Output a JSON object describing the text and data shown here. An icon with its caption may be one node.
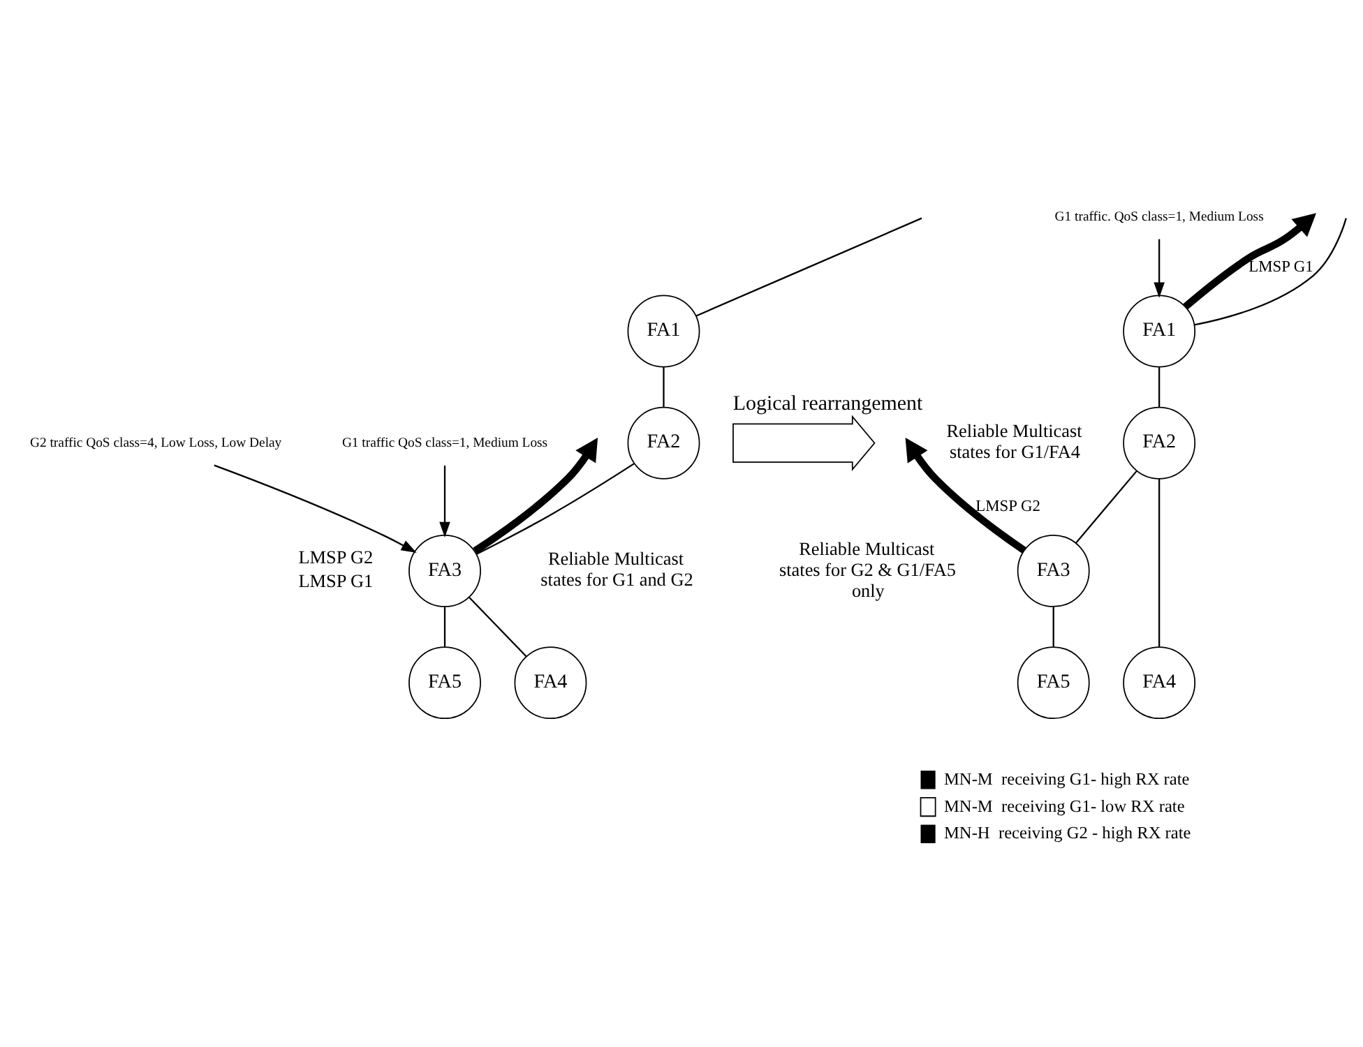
{
  "diagram": {
    "nodes": [
      {
        "text": [
          "FA1"
        ]
      },
      {
        "text": [
          "FA2"
        ]
      },
      {
        "text": [
          "FA3"
        ],
        "beside": [
          "LMSP G2",
          "LMSP G1",
          "Reliable Multicast states for G1 and G2"
        ]
      },
      {
        "text": [
          "FA5"
        ]
      },
      {
        "text": [
          "FA4"
        ]
      },
      {
        "text": [
          "G2 traffic QoS class=4, Low Loss, Low Delay"
        ]
      },
      {
        "text": [
          "G1 traffic QoS class=1, Medium Loss"
        ]
      },
      {
        "text": [
          "Logical rearrangement"
        ]
      },
      {
        "text": [
          "FA1"
        ]
      },
      {
        "text": [
          "FA2"
        ],
        "beside": [
          "Reliable Multicast states for G1/FA4"
        ]
      },
      {
        "text": [
          "FA3"
        ],
        "beside": [
          "Reliable Multicast states for G2 & G1/FA5 only"
        ]
      },
      {
        "text": [
          "FA5"
        ]
      },
      {
        "text": [
          "FA4"
        ]
      },
      {
        "text": [
          "G1 traffic. QoS class=1, Medium Loss"
        ]
      }
    ],
    "edges": [
      {
        "from": null,
        "to": 0,
        "arrow": "none"
      },
      {
        "from": 0,
        "to": 1,
        "arrow": "none"
      },
      {
        "from": 1,
        "to": 2,
        "arrow": "none"
      },
      {
        "from": 2,
        "to": 3,
        "arrow": "none"
      },
      {
        "from": 2,
        "to": 4,
        "arrow": "none"
      },
      {
        "from": 5,
        "to": 2,
        "arrow": "to"
      },
      {
        "from": 6,
        "to": 2,
        "arrow": "to"
      },
      {
        "from": 2,
        "to": null,
        "arrow": "to",
        "style": "thick"
      },
      {
        "from": null,
        "to": 8,
        "arrow": "none"
      },
      {
        "from": 8,
        "to": 9,
        "arrow": "none"
      },
      {
        "from": 9,
        "to": 10,
        "arrow": "none"
      },
      {
        "from": 10,
        "to": 11,
        "arrow": "none"
      },
      {
        "from": 9,
        "to": 12,
        "arrow": "none"
      },
      {
        "from": 13,
        "to": 8,
        "arrow": "to"
      },
      {
        "from": 8,
        "to": null,
        "arrow": "to",
        "style": "thick",
        "label": "LMSP G1"
      },
      {
        "from": 10,
        "to": null,
        "arrow": "to",
        "style": "thick",
        "label": "LMSP G2"
      }
    ],
    "legend": [
      {
        "text": "MN-M  receiving G1- high RX rate"
      },
      {
        "text": "MN-M  receiving G1- low RX rate"
      },
      {
        "text": "MN-H  receiving G2 - high RX rate"
      }
    ]
  }
}
